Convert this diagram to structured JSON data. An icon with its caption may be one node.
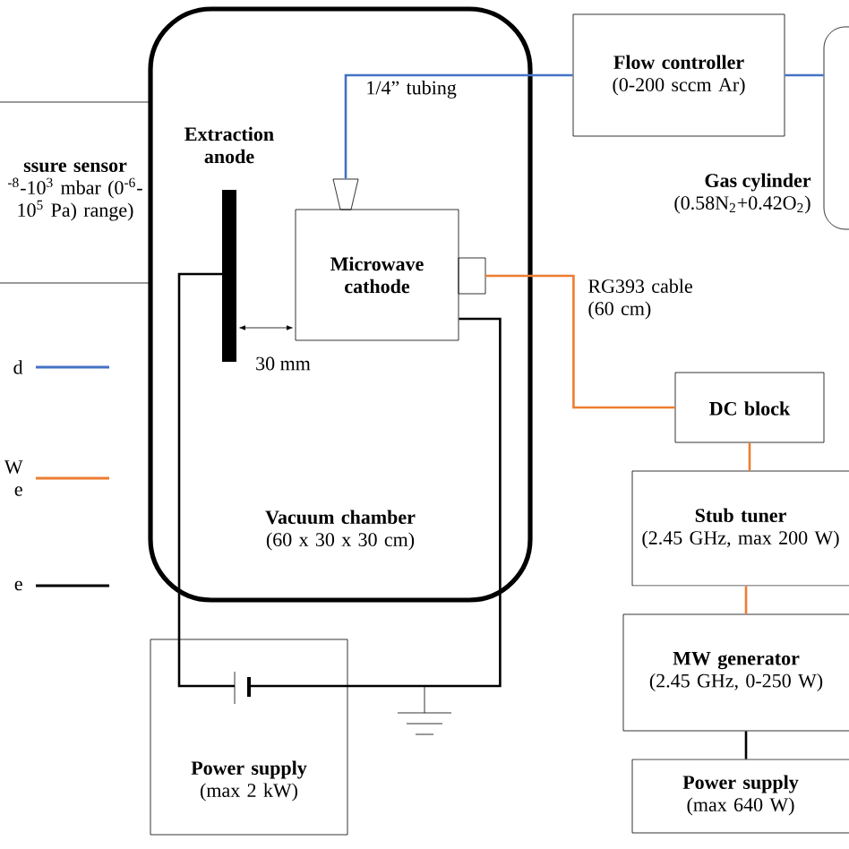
{
  "diagram": {
    "nodes": [
      {
        "text": [
          "Vacuum chamber",
          "(60 x 30 x 30 cm)"
        ]
      },
      {
        "text": [
          "Extraction anode"
        ],
        "in": 0
      },
      {
        "text": [
          "Microwave cathode"
        ],
        "in": 0
      },
      {
        "text": [
          "ssure sensor",
          "$^{-8}$-10$^{3}$ mbar (0$^{-6}$-10$^{5}$ Pa) range)"
        ]
      },
      {
        "text": [
          "Flow controller",
          "(0-200 sccm Ar)"
        ]
      },
      {
        "text": [
          "Gas cylinder",
          "(0.58N$_{2}$+0.42O$_{2}$)"
        ]
      },
      {
        "text": [
          "DC block"
        ]
      },
      {
        "text": [
          "Stub tuner",
          "(2.45 GHz, max 200 W)"
        ]
      },
      {
        "text": [
          "MW generator",
          "(2.45 GHz, 0-250 W)"
        ]
      },
      {
        "text": [
          "Power supply",
          "(max 2 kW)"
        ]
      },
      {
        "text": [
          "Power supply",
          "(max 640 W)"
        ]
      }
    ],
    "edges": [
      {
        "from": 2,
        "to": 4,
        "arrow": "none",
        "color": "#4472c4",
        "label": "1/4” tubing"
      },
      {
        "from": 4,
        "to": 5,
        "arrow": "none",
        "color": "#4472c4"
      },
      {
        "from": 2,
        "to": 6,
        "arrow": "none",
        "color": "#ed7d31",
        "label": "RG393 cable (60 cm)"
      },
      {
        "from": 6,
        "to": 7,
        "arrow": "none",
        "color": "#ed7d31"
      },
      {
        "from": 7,
        "to": 8,
        "arrow": "none",
        "color": "#ed7d31"
      },
      {
        "from": 8,
        "to": 10,
        "arrow": "none",
        "color": "#000000"
      },
      {
        "from": 1,
        "to": 9,
        "arrow": "none",
        "color": "#000000"
      },
      {
        "from": 9,
        "to": 2,
        "arrow": "none",
        "color": "#000000"
      }
    ],
    "labels": [
      "30 mm"
    ],
    "legend": [
      {
        "text": "d",
        "color": "#4472c4"
      },
      {
        "text": "W e",
        "color": "#ed7d31"
      },
      {
        "text": "e",
        "color": "#000000"
      }
    ]
  }
}
